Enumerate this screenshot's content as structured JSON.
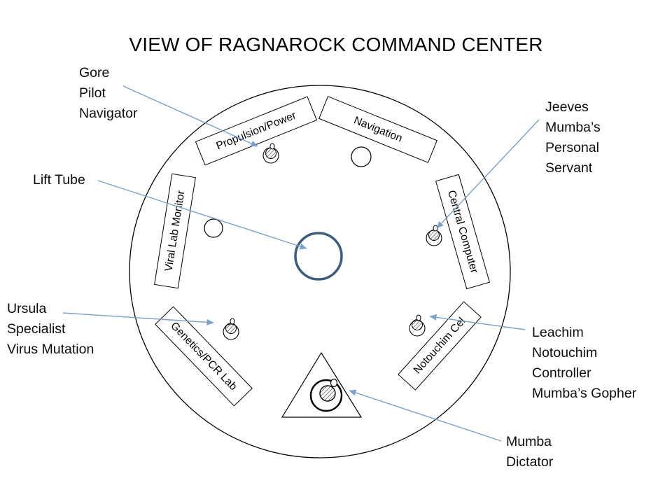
{
  "title": "VIEW OF RAGNAROCK COMMAND CENTER",
  "stations": {
    "propulsion": "Propulsion/Power",
    "navigation": "Navigation",
    "central_computer": "Central Computer",
    "notouchim": "Notouchim Cel",
    "genetics": "Genetics/PCR Lab",
    "viral_lab": "Viral Lab Monitor"
  },
  "callouts": {
    "gore": "Gore\nPilot\nNavigator",
    "jeeves": "Jeeves\nMumba’s\nPersonal\nServant",
    "lift_tube": "Lift Tube",
    "ursula": "Ursula\nSpecialist\nVirus Mutation",
    "leachim": "Leachim\nNotouchim\nController\nMumba’s Gopher",
    "mumba": "Mumba\nDictator"
  },
  "colors": {
    "arrow": "#7ba0c9",
    "lift_tube_ring": "#3e5d7d",
    "outline": "#000000"
  }
}
